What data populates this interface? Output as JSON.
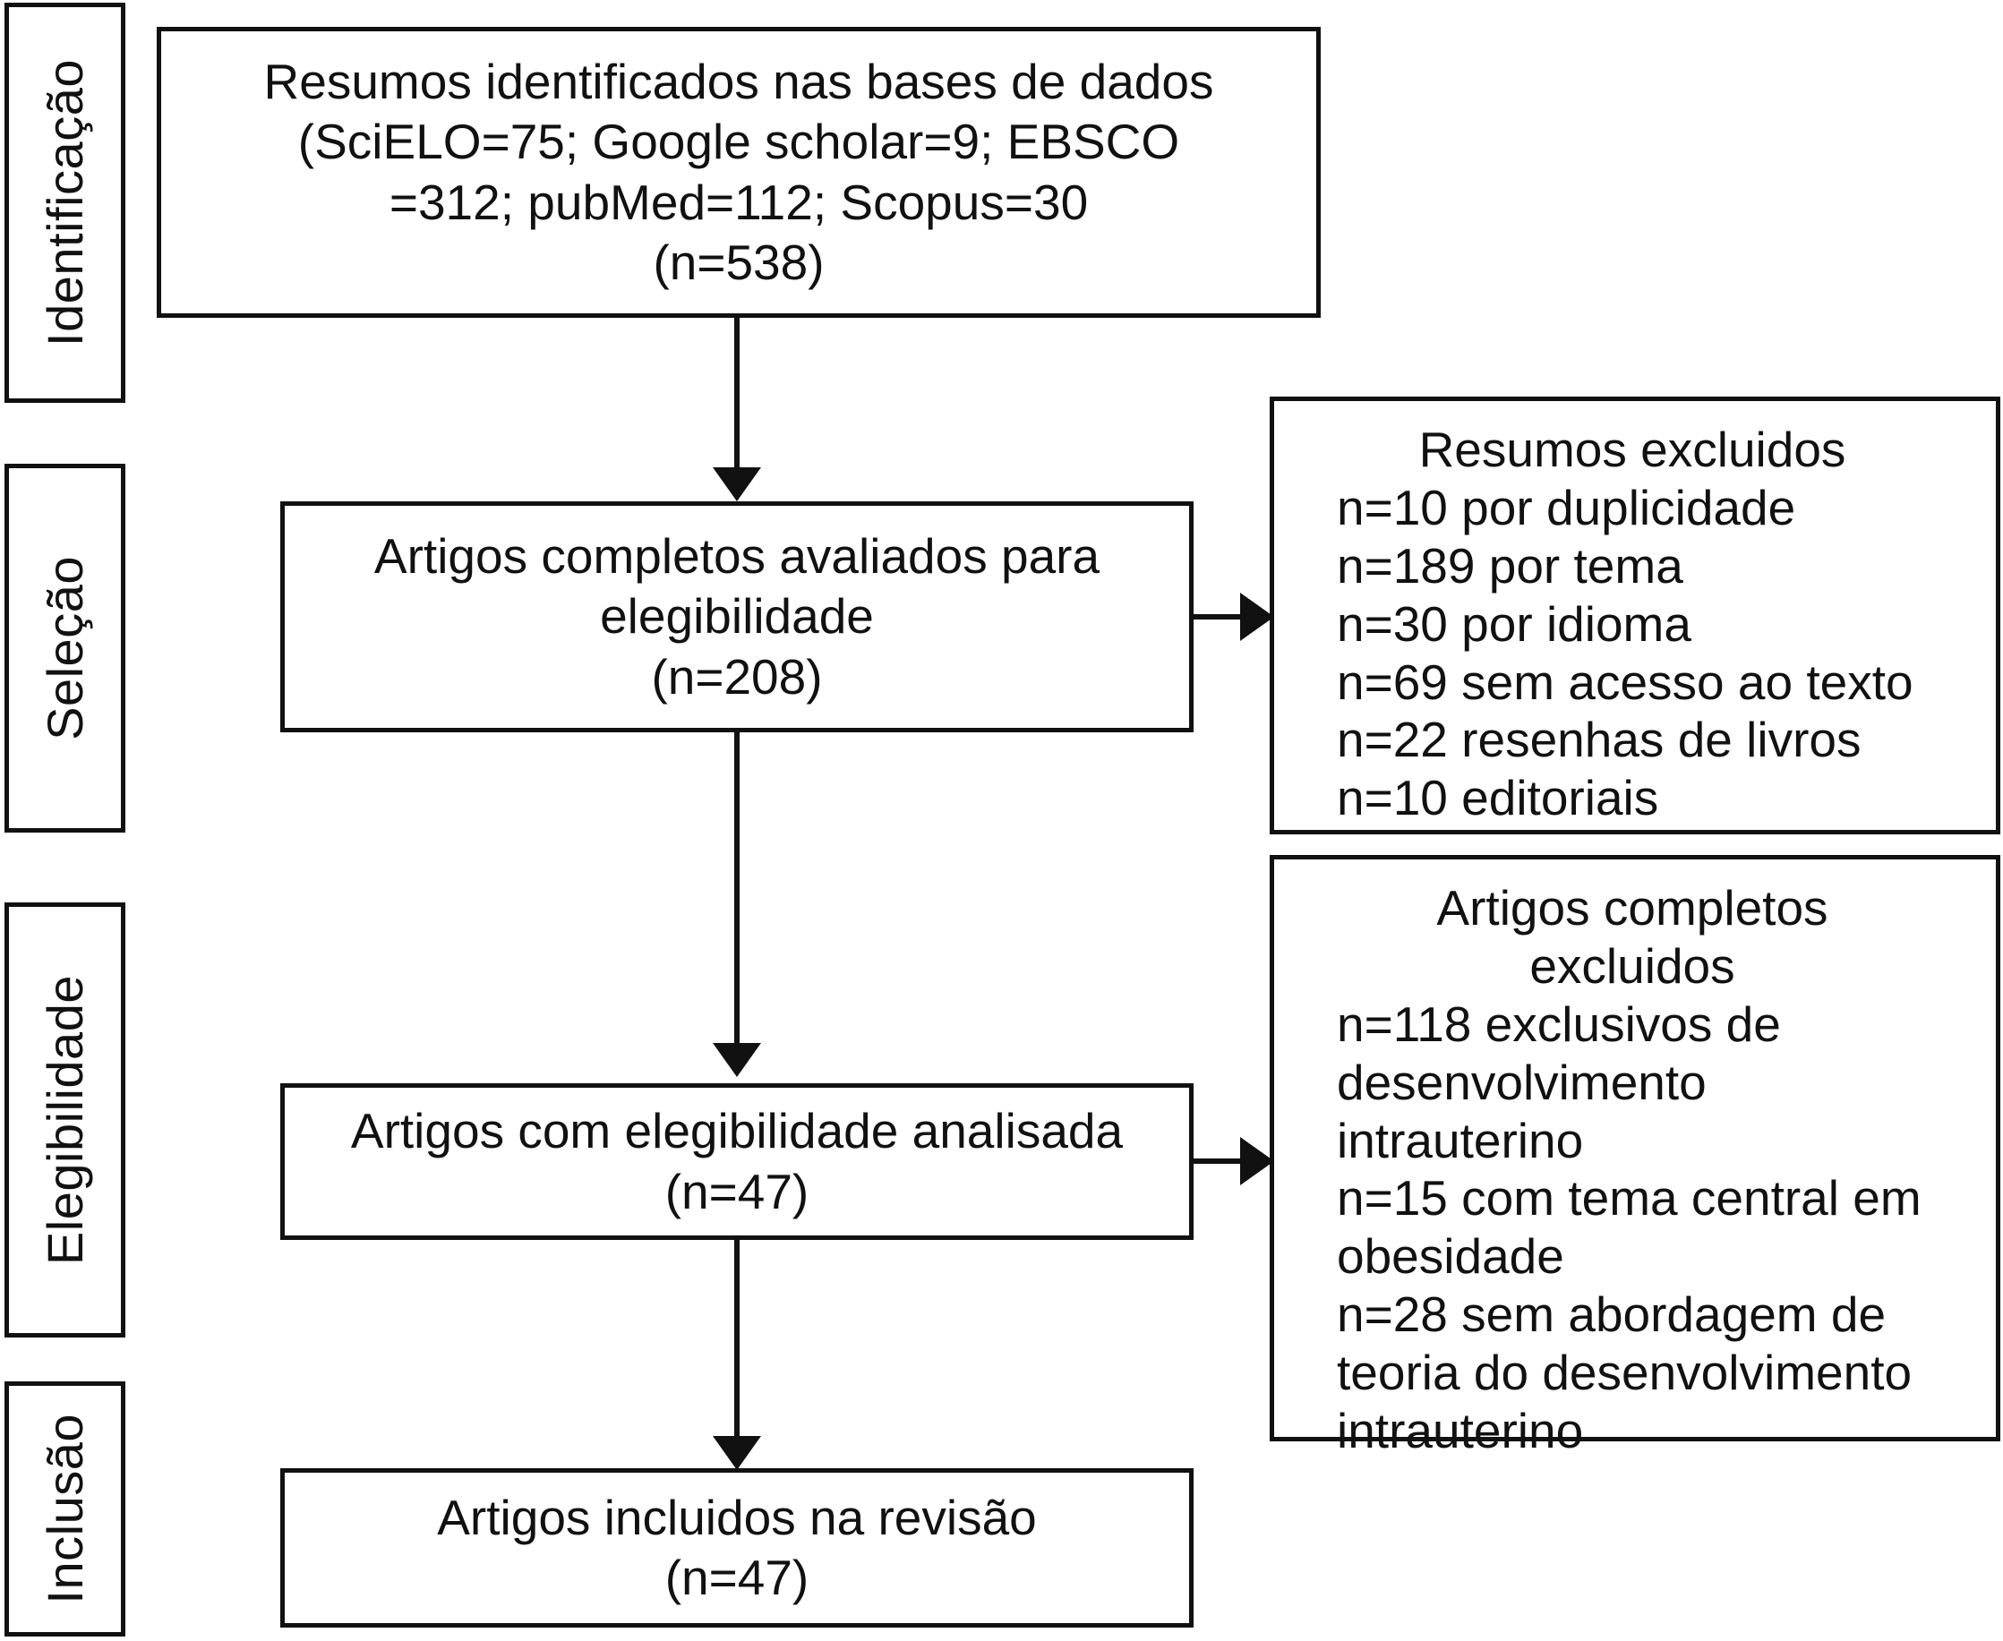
{
  "diagram": {
    "title": "PRISMA flow diagram",
    "language": "pt-BR",
    "line_color": "#111111",
    "background": "#ffffff"
  },
  "stages": [
    {
      "label": "Identificação"
    },
    {
      "label": "Seleção"
    },
    {
      "label": "Elegibilidade"
    },
    {
      "label": "Inclusão"
    }
  ],
  "flow_boxes": [
    {
      "id": "identified",
      "lines": [
        "Resumos identificados nas bases de dados",
        "(SciELO=75; Google scholar=9; EBSCO",
        "=312; pubMed=112; Scopus=30",
        "(n=538)"
      ],
      "n": 538
    },
    {
      "id": "eligibility-assessed",
      "lines": [
        "Artigos completos avaliados para",
        "elegibilidade",
        "(n=208)"
      ],
      "n": 208
    },
    {
      "id": "eligibility-analysed",
      "lines": [
        "Artigos com elegibilidade analisada",
        "(n=47)"
      ],
      "n": 47
    },
    {
      "id": "included",
      "lines": [
        "Artigos incluidos na revisão",
        "(n=47)"
      ],
      "n": 47
    }
  ],
  "exclusion_boxes": [
    {
      "id": "abstracts-excluded",
      "heading": "Resumos excluidos",
      "reasons": [
        "n=10 por duplicidade",
        "n=189 por tema",
        "n=30 por idioma",
        "n=69 sem acesso ao texto",
        "n=22 resenhas de livros",
        "n=10 editoriais"
      ]
    },
    {
      "id": "fulltext-excluded",
      "heading_lines": [
        "Artigos completos",
        "excluidos"
      ],
      "reasons": [
        "n=118 exclusivos de",
        "desenvolvimento",
        "intrauterino",
        "n=15 com tema central em",
        "obesidade",
        "n=28 sem abordagem de",
        "teoria do desenvolvimento",
        "intrauterino"
      ]
    }
  ],
  "sources": {
    "SciELO": 75,
    "Google scholar": 9,
    "EBSCO": 312,
    "pubMed": 112,
    "Scopus": 30,
    "total": 538
  }
}
